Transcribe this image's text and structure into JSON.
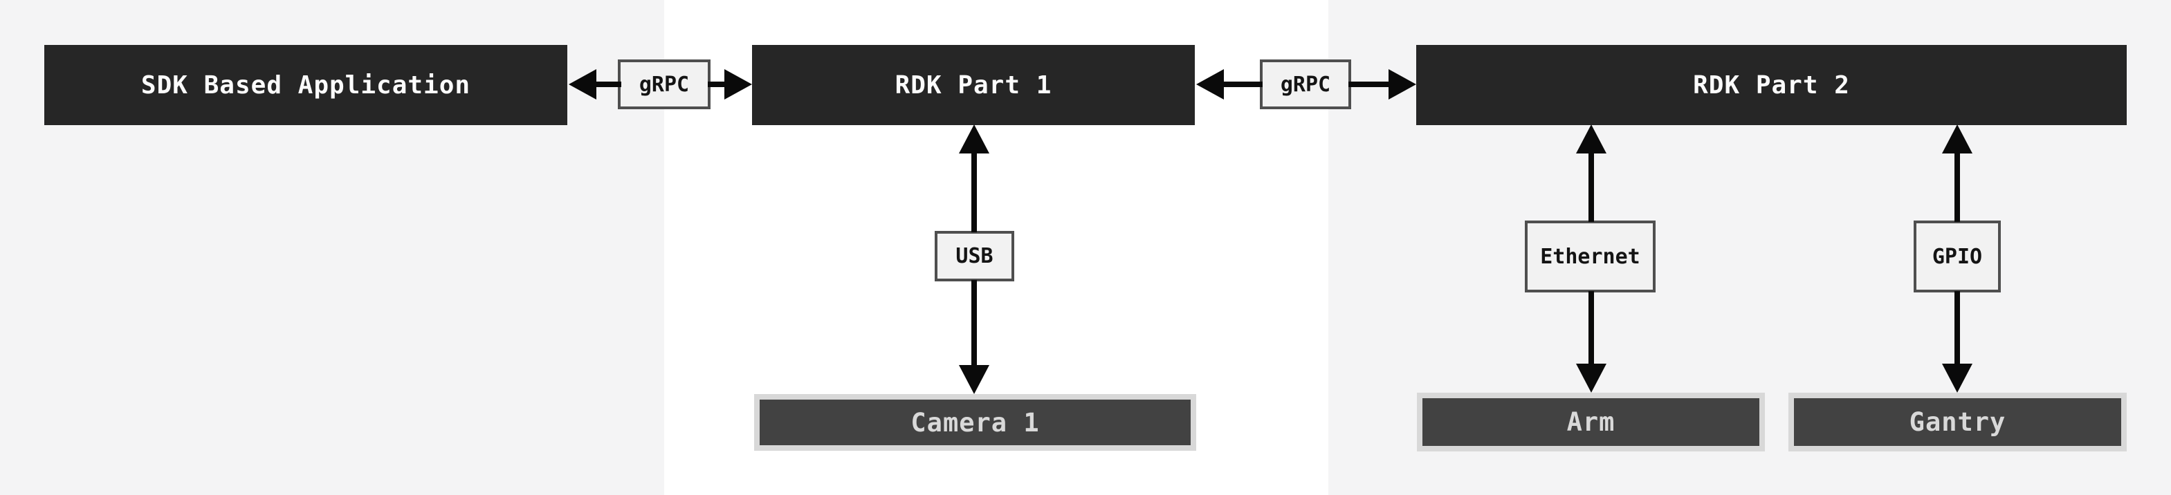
{
  "nodes": {
    "sdk": {
      "label": "SDK Based Application"
    },
    "rdk1": {
      "label": "RDK Part 1"
    },
    "rdk2": {
      "label": "RDK Part 2"
    }
  },
  "connectors": {
    "grpc1": {
      "label": "gRPC"
    },
    "grpc2": {
      "label": "gRPC"
    },
    "usb": {
      "label": "USB"
    },
    "ethernet": {
      "label": "Ethernet"
    },
    "gpio": {
      "label": "GPIO"
    }
  },
  "devices": {
    "camera1": {
      "label": "Camera 1"
    },
    "arm": {
      "label": "Arm"
    },
    "gantry": {
      "label": "Gantry"
    }
  },
  "colors": {
    "bg_gray": "#f4f4f5",
    "bg_white": "#ffffff",
    "node_dark": "#262626",
    "node_text": "#fcfcfc",
    "label_fill": "#f2f2f2",
    "label_border": "#4f4f4f",
    "label_text": "#141414",
    "device_fill": "#424242",
    "device_border": "#d8d8d8",
    "device_text": "#d9d9d9",
    "arrow": "#0a0a0a"
  }
}
